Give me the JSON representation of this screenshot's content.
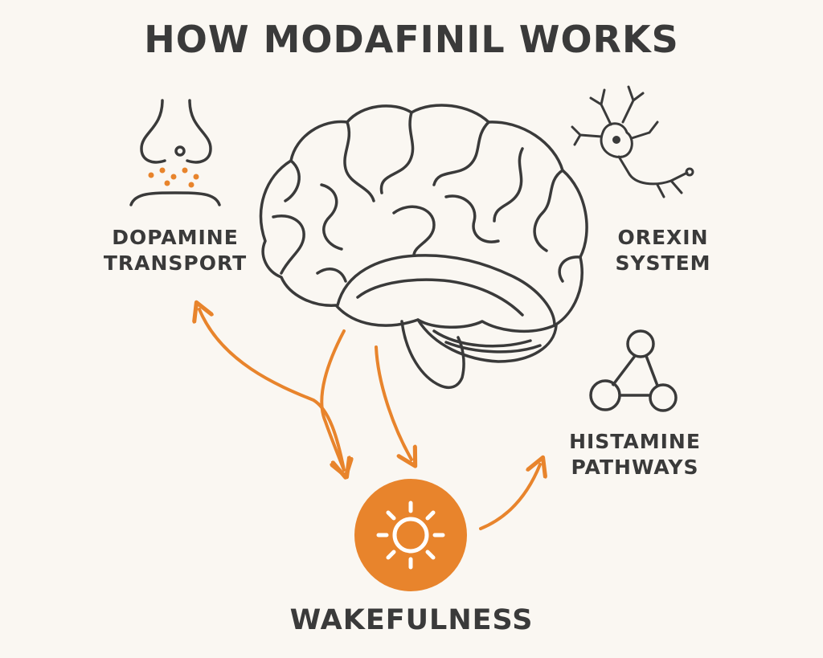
{
  "title": "HOW MODAFINIL WORKS",
  "nodes": {
    "dopamine": {
      "line1": "DOPAMINE",
      "line2": "TRANSPORT"
    },
    "orexin": {
      "line1": "OREXIN",
      "line2": "SYSTEM"
    },
    "histamine": {
      "line1": "HISTAMINE",
      "line2": "PATHWAYS"
    },
    "wakefulness": {
      "label": "WAKEFULNESS"
    }
  },
  "icons": {
    "center": "brain-icon",
    "dopamine": "nose-icon",
    "orexin": "neuron-icon",
    "histamine": "molecule-icon",
    "wakefulness": "sun-icon"
  },
  "colors": {
    "line": "#3a3a3a",
    "accent": "#e8842c",
    "background": "#faf7f2"
  }
}
